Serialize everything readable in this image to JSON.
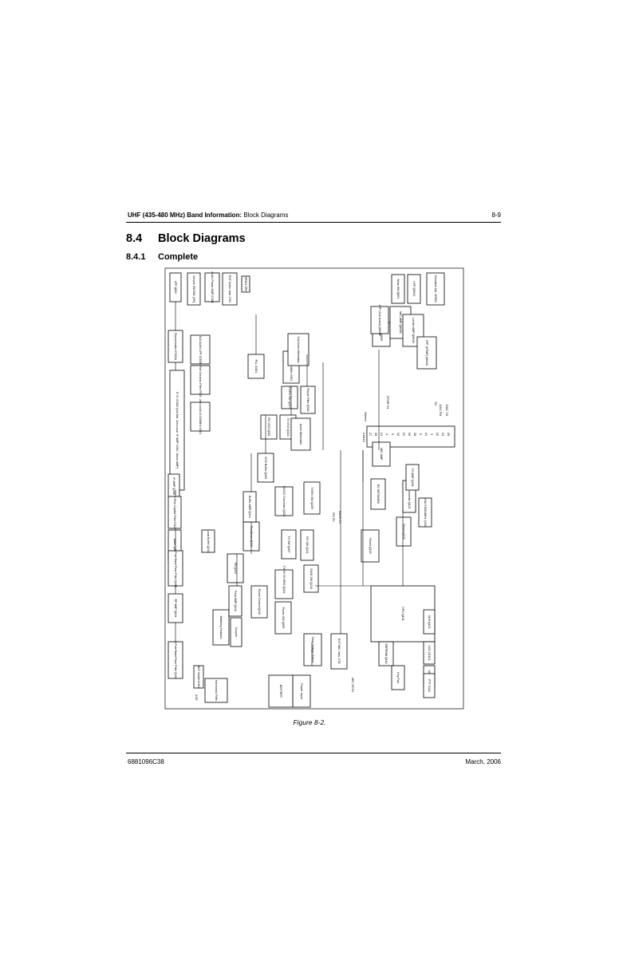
{
  "header": {
    "title_bold": "UHF (435-480 MHz) Band Information:",
    "title_rest": " Block Diagrams",
    "page": "8-9"
  },
  "section": {
    "number": "8.4",
    "title": "Block Diagrams"
  },
  "subsection": {
    "number": "8.4.1",
    "title": "Complete"
  },
  "diagram": {
    "blocks": [
      "LPF Q602",
      "Volume SW/501 (VR)",
      "Audio Power AMP IC501",
      "EXT Audio Jack J701",
      "SP501 SPK",
      "Discriminator IC502A",
      "Sub Audio LPF IC505",
      "IF IC IC500 (2nd Mix, 2nd Local, IF AMP, DISC, Noise AMP)",
      "2nd Local 44.545MHz X501",
      "6 Pole Ceramic Filter F503",
      "6 Pole Ceramic Filter F501",
      "IF AMP Q408",
      "Local Buffer Q416",
      "Mixer Q407",
      "2-Pole Crystal Filter F402",
      "2-Pole Band Pass Filter Q405",
      "RF AMP Q404",
      "2-Pole Band Pass Filter Q401",
      "ANT Switch D404",
      "Matching Network",
      "Harmonics Filter",
      "Coupler",
      "Final AMP Q411",
      "Power Control Q410",
      "PA Q412",
      "Pre Driver Q413",
      "Buffer AMP Q414",
      "DC/DC Converter Q333",
      "VCO Buffer Q326",
      "RX VCO Q311",
      "TX VCO Q323",
      "TX/RX SW Q317",
      "Ripple Filter Q318",
      "PLL IC301",
      "TCXO 14.4MHz X301",
      "Sub Audio Modulator",
      "Audio Modulator",
      "TX/RX SW Q209",
      "TX SW Q207",
      "RX SW Q211",
      "5V REG Q204",
      "SAVE SW Q210",
      "Power SW Q205",
      "Over Voltage Detect",
      "Power Input",
      "BATTERY",
      "EXT MIC Jack J701",
      "Reset Q103",
      "Reset Q105",
      "CPU Q101",
      "DA Converter Q121",
      "X'tal 9.8304MHz X101",
      "Shift Q102",
      "LCD LD101",
      "Mon SW",
      "Key Pad",
      "PTT S102",
      "EEPROM Q116",
      "RC NETWORK",
      "TX AMP Q106",
      "MIC AMP",
      "ATT Q605",
      "MIC AMP Q605B",
      "LPF (Sub Audio) Q604A",
      "Limiter AMP Q603A",
      "LPF (DTMF) Q610A",
      "Mute SW Q601",
      "LPF Q602C",
      "Deviation Adj. VR601"
    ],
    "labels": {
      "ant": "ANT",
      "mic": "MIC M701",
      "detect": "Detect",
      "dtmf_in": "DTMF IN",
      "cnt": "CN101",
      "five_v": "5V",
      "dac_rx": "DAC RX",
      "dac_tx": "DAC TX",
      "tx5v": "TX 5V",
      "rx5v": "RX 5V",
      "save5v": "SAVE 5V",
      "pins": [
        "27",
        "35",
        "13",
        "4",
        "5",
        "16",
        "22",
        "26",
        "28",
        "9",
        "31",
        "3",
        "15",
        "23",
        "25"
      ]
    }
  },
  "caption": "Figure 8-2.",
  "footer": {
    "left": "6881096C38",
    "right": "March, 2006"
  }
}
